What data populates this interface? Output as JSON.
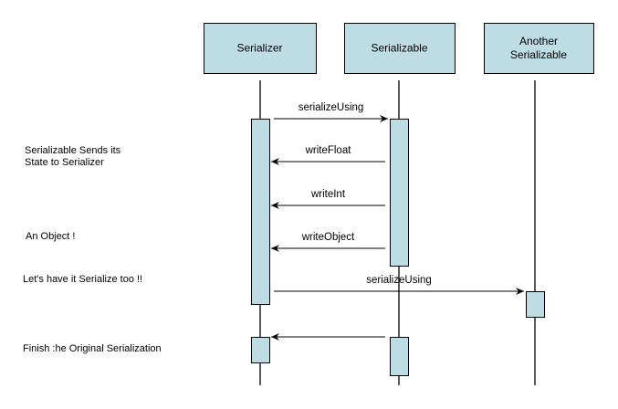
{
  "diagram": {
    "type": "sequence",
    "colors": {
      "box_fill": "#bddce4",
      "stroke": "#000000",
      "background": "#ffffff"
    },
    "participants": [
      {
        "id": "serializer",
        "label_lines": [
          "Serializer"
        ]
      },
      {
        "id": "serializable",
        "label_lines": [
          "Serializable"
        ]
      },
      {
        "id": "another",
        "label_lines": [
          "Another",
          "Serializable"
        ]
      }
    ],
    "messages": [
      {
        "from": "serializer",
        "to": "serializable",
        "label": "serializeUsing"
      },
      {
        "from": "serializable",
        "to": "serializer",
        "label": "writeFloat"
      },
      {
        "from": "serializable",
        "to": "serializer",
        "label": "writeInt"
      },
      {
        "from": "serializable",
        "to": "serializer",
        "label": "writeObject"
      },
      {
        "from": "serializer",
        "to": "another",
        "label": "serializeUsing"
      },
      {
        "from": "serializable",
        "to": "serializer",
        "label": ""
      }
    ],
    "notes": [
      {
        "text": "Serializable Sends its\nState to Serializer"
      },
      {
        "text": "An Object !"
      },
      {
        "text": "Let's have it Serialize too !!"
      },
      {
        "text": "Finish :he Original Serialization"
      }
    ]
  }
}
